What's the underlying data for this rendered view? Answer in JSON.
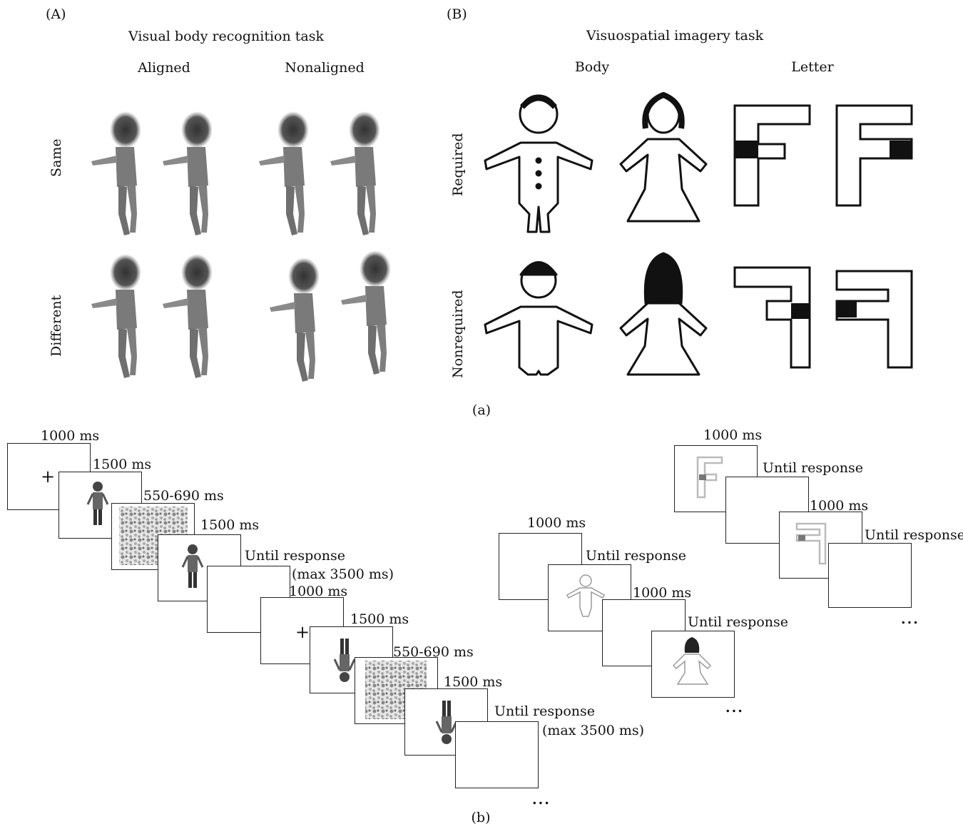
{
  "panel_a": {
    "label_A": "(A)",
    "label_B": "(B)",
    "caption": "(a)",
    "task_A": "Visual body recognition task",
    "col_aligned": "Aligned",
    "col_nonaligned": "Nonaligned",
    "row_same": "Same",
    "row_different": "Different",
    "task_B": "Visuospatial imagery task",
    "col_body": "Body",
    "col_letter": "Letter",
    "row_required": "Required",
    "row_nonrequired": "Nonrequired"
  },
  "panel_b": {
    "caption": "(b)",
    "seq1": {
      "t1": "1000 ms",
      "t2": "1500 ms",
      "t3": "550-690 ms",
      "t4": "1500 ms",
      "t5": "Until response",
      "t5b": "(max 3500 ms)",
      "t6": "1000 ms",
      "t7": "1500 ms",
      "t8": "550-690 ms",
      "t9": "1500 ms",
      "t10": "Until response",
      "t10b": "(max 3500 ms)",
      "fixation": "+",
      "ellipsis": "..."
    },
    "seq2": {
      "t1": "1000 ms",
      "t2": "Until response",
      "t3": "1000 ms",
      "t4": "Until response",
      "ellipsis": "..."
    },
    "seq3": {
      "t1": "1000 ms",
      "t2": "Until response",
      "t3": "1000 ms",
      "t4": "Until response",
      "ellipsis": "..."
    }
  }
}
